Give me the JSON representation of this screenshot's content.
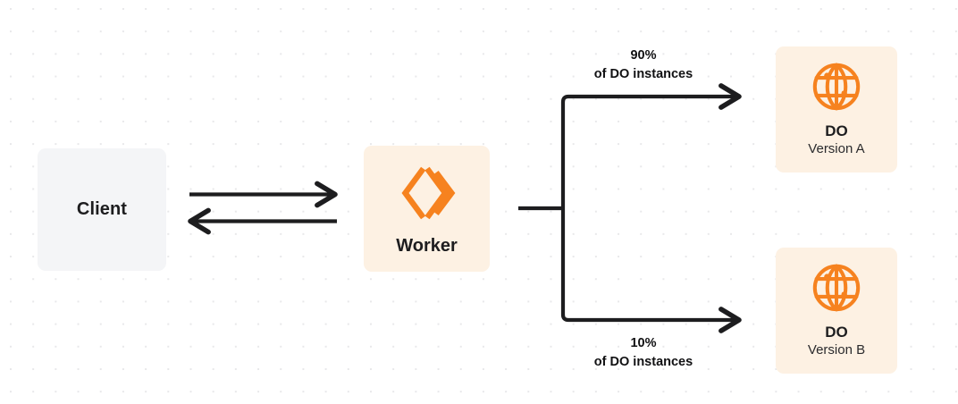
{
  "diagram": {
    "background": {
      "color": "#ffffff",
      "dot_color": "#e8e8ea"
    },
    "palette": {
      "client_fill": "#f4f5f7",
      "node_fill": "#fdf1e3",
      "accent_orange": "#f6821f",
      "line_color": "#1d1d1f",
      "text_color": "#1d1d1f"
    },
    "nodes": {
      "client": {
        "label": "Client",
        "icon": "none"
      },
      "worker": {
        "label": "Worker",
        "icon": "cloudflare-workers-icon"
      },
      "do_a": {
        "label": "DO",
        "sublabel": "Version A",
        "icon": "globe-icon"
      },
      "do_b": {
        "label": "DO",
        "sublabel": "Version B",
        "icon": "globe-icon"
      }
    },
    "edges": {
      "client_to_worker": {
        "direction": "right",
        "label": ""
      },
      "worker_to_client": {
        "direction": "left",
        "label": ""
      },
      "worker_to_do_a": {
        "percent": "90%",
        "caption": "of DO instances",
        "direction": "right"
      },
      "worker_to_do_b": {
        "percent": "10%",
        "caption": "of DO instances",
        "direction": "right"
      }
    }
  }
}
